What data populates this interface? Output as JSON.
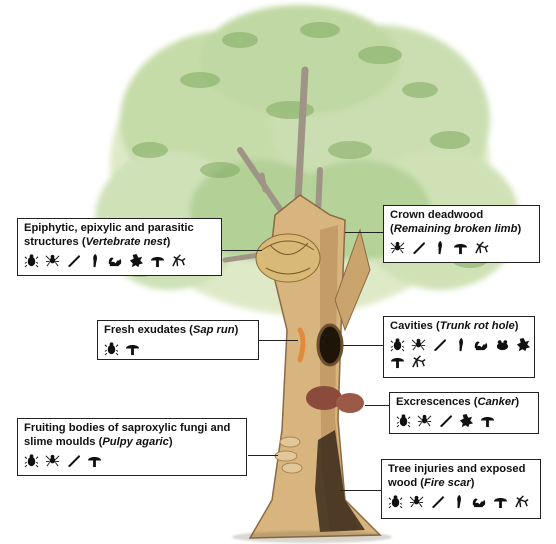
{
  "callouts": {
    "epiphytic": {
      "title_a": "Epiphytic, epixylic and parasitic structures (",
      "title_i": "Vertebrate nest",
      "title_b": ")",
      "icons": [
        "beetle",
        "spider",
        "snail",
        "bird",
        "squirrel",
        "moss",
        "mushroom",
        "lichen"
      ]
    },
    "crown": {
      "title_a": "Crown deadwood (",
      "title_i": "Remaining broken limb",
      "title_b": ")",
      "icons": [
        "spider",
        "snail",
        "bird",
        "mushroom",
        "lichen"
      ]
    },
    "exudates": {
      "title_a": "Fresh exudates (",
      "title_i": "Sap run",
      "title_b": ")",
      "icons": [
        "beetle",
        "mushroom"
      ]
    },
    "cavities": {
      "title_a": "Cavities (",
      "title_i": "Trunk rot hole",
      "title_b": ")",
      "icons": [
        "beetle",
        "spider",
        "snail",
        "bird",
        "squirrel",
        "frog",
        "moss",
        "mushroom",
        "lichen"
      ]
    },
    "excrescences": {
      "title_a": "Excrescences (",
      "title_i": "Canker",
      "title_b": ")",
      "icons": [
        "beetle",
        "spider",
        "snail",
        "moss",
        "mushroom"
      ]
    },
    "fruiting": {
      "title_a": "Fruiting bodies of saproxylic fungi and slime moulds (",
      "title_i": "Pulpy agaric",
      "title_b": ")",
      "icons": [
        "beetle",
        "spider",
        "snail",
        "mushroom"
      ]
    },
    "injuries": {
      "title_a": "Tree injuries and exposed wood (",
      "title_i": "Fire scar",
      "title_b": ")",
      "icons": [
        "beetle",
        "spider",
        "snail",
        "bird",
        "squirrel",
        "mushroom",
        "lichen"
      ]
    }
  },
  "colors": {
    "foliage_light": "#c9dca3",
    "foliage_mid": "#9cc27a",
    "foliage_dark": "#6f9b57",
    "trunk": "#d8b57e",
    "trunk_shadow": "#a37d4d",
    "scar": "#3b2a1a",
    "canker": "#8a4a3c",
    "sap": "#e08a3c",
    "fungi": "#e2c79a"
  }
}
